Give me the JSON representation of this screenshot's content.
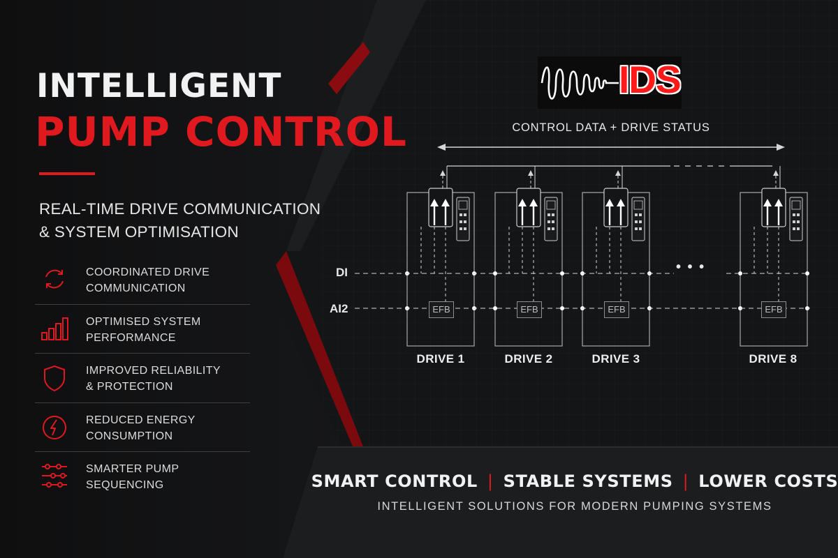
{
  "colors": {
    "accent": "#e0191e",
    "background": "#121314",
    "text": "#f2f2f2",
    "logo_red": "#ff1a1a"
  },
  "header": {
    "title_line1": "INTELLIGENT",
    "title_line2": "PUMP CONTROL",
    "subtitle_line1": "REAL-TIME DRIVE COMMUNICATION",
    "subtitle_line2": "& SYSTEM OPTIMISATION"
  },
  "features": [
    {
      "icon": "refresh-cycle-icon",
      "line1": "COORDINATED DRIVE",
      "line2": "COMMUNICATION"
    },
    {
      "icon": "bar-chart-icon",
      "line1": "OPTIMISED SYSTEM",
      "line2": "PERFORMANCE"
    },
    {
      "icon": "shield-icon",
      "line1": "IMPROVED RELIABILITY",
      "line2": "& PROTECTION"
    },
    {
      "icon": "lightning-bolt-icon",
      "line1": "REDUCED ENERGY",
      "line2": "CONSUMPTION"
    },
    {
      "icon": "sliders-icon",
      "line1": "SMARTER PUMP",
      "line2": "SEQUENCING"
    }
  ],
  "logo": {
    "text": "IDS"
  },
  "diagram": {
    "bus_label": "CONTROL DATA + DRIVE STATUS",
    "signal_di": "DI",
    "signal_ai2": "AI2",
    "ellipsis": "• • •",
    "efb_label": "EFB",
    "drives": [
      {
        "label": "DRIVE 1"
      },
      {
        "label": "DRIVE 2"
      },
      {
        "label": "DRIVE 3"
      },
      {
        "label": "DRIVE 8"
      }
    ]
  },
  "footer": {
    "tag1": "SMART CONTROL",
    "tag2": "STABLE SYSTEMS",
    "tag3": "LOWER COSTS",
    "separator": "|",
    "subline": "INTELLIGENT SOLUTIONS FOR MODERN PUMPING SYSTEMS"
  }
}
